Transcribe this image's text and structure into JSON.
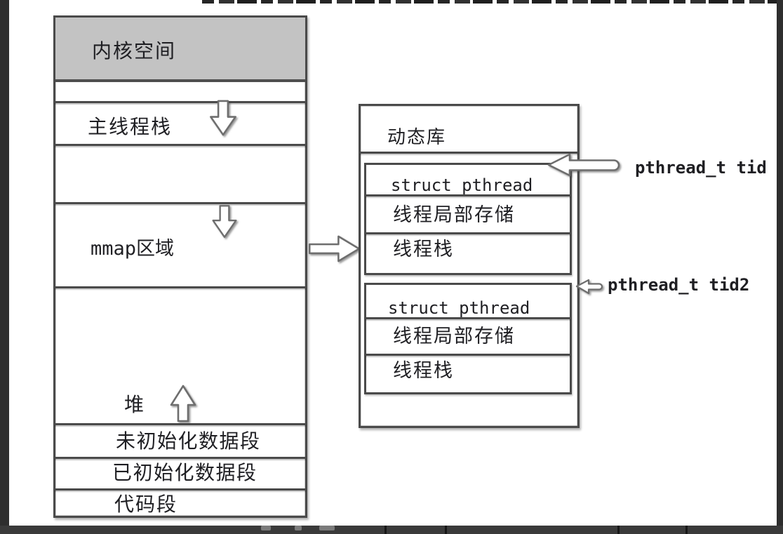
{
  "colors": {
    "frame": "#2e2e2e",
    "bottom_strip": "#3a3a3a",
    "header_fill": "#c3c3c3",
    "line": "#4a4a4a",
    "text": "#1f1f23",
    "arrow_outline": "#6e6e6e"
  },
  "process_box": {
    "kernel_label": "内核空间",
    "main_thread_stack_label": "主线程栈",
    "mmap_label": "mmap区域",
    "heap_label": "堆",
    "bss_label": "未初始化数据段",
    "data_label": "已初始化数据段",
    "code_label": "代码段"
  },
  "library_box": {
    "title": "动态库",
    "thread_block_1": {
      "row1": "struct pthread",
      "row2": "线程局部存储",
      "row3": "线程栈"
    },
    "thread_block_2": {
      "row1": "struct pthread",
      "row2": "线程局部存储",
      "row3": "线程栈"
    }
  },
  "annotations": {
    "tid1_label": "pthread_t tid",
    "tid2_label": "pthread_t tid2"
  }
}
